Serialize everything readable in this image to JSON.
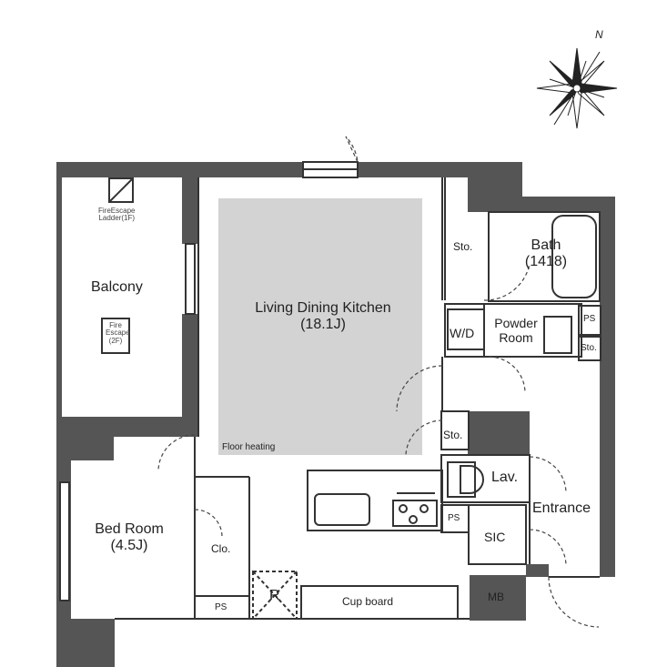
{
  "compass": {
    "north_label": "N"
  },
  "rooms": {
    "balcony": "Balcony",
    "fire_escape_ladder": [
      "FireEscape",
      "Ladder(1F)"
    ],
    "fire_escape_2f": [
      "Fire",
      "Escape",
      "(2F)"
    ],
    "ldk": {
      "name": "Living Dining Kitchen",
      "size": "(18.1J)"
    },
    "floor_heating": "Floor heating",
    "storage_upper": "Sto.",
    "bath": {
      "name": "Bath",
      "size": "(1418)"
    },
    "washer_dryer": "W/D",
    "powder_room": [
      "Powder",
      "Room"
    ],
    "ps_right": "PS",
    "storage_small": "Sto.",
    "storage_mid": "Sto.",
    "lavatory": "Lav.",
    "entrance": "Entrance",
    "ps_mid": "PS",
    "sic": "SIC",
    "bedroom": {
      "name": "Bed Room",
      "size": "(4.5J)"
    },
    "closet": "Clo.",
    "ps_bottom": "PS",
    "refrigerator": "R",
    "cupboard": "Cup board",
    "meter_box": "MB"
  },
  "colors": {
    "wall": "#555555",
    "floor_heating": "#d3d3d3",
    "line": "#333333"
  }
}
